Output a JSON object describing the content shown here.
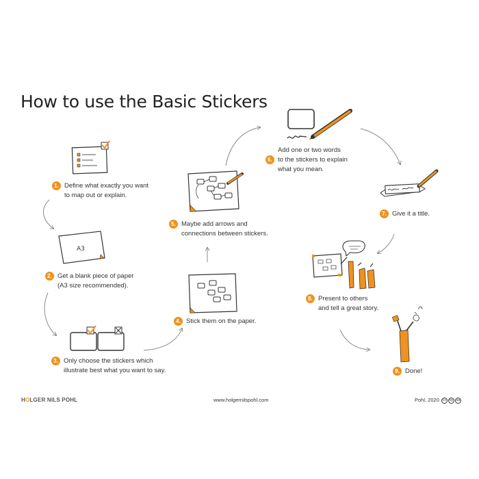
{
  "title": "How to use the Basic Stickers",
  "steps": [
    {
      "number": "1.",
      "lines": [
        "Define what exactly you want",
        "to map out or explain."
      ]
    },
    {
      "number": "2.",
      "lines": [
        "Get a blank piece of paper",
        "(A3 size recommended)."
      ]
    },
    {
      "number": "3.",
      "lines": [
        "Only choose the stickers which",
        "illustrate best what you want to say."
      ]
    },
    {
      "number": "4.",
      "lines": [
        "Stick them on the paper."
      ]
    },
    {
      "number": "5.",
      "lines": [
        "Maybe add arrows and",
        "connections between stickers."
      ]
    },
    {
      "number": "6.",
      "lines": [
        "Add one or two words",
        "to the stickers to explain",
        "what you mean."
      ]
    },
    {
      "number": "7.",
      "lines": [
        "Give it a title."
      ]
    },
    {
      "number": "8.",
      "lines": [
        "Present to others",
        "and tell a great story."
      ]
    },
    {
      "number": "9.",
      "lines": [
        "Done!"
      ]
    }
  ],
  "paper_label": "A3",
  "footer": {
    "logo_prefix": "H",
    "logo_o": "O",
    "logo_rest": "LGER NILS POHL",
    "url": "www.holgernilspohl.com",
    "copyright": "Pohl, 2020",
    "license_icons": [
      "cc",
      "by",
      "sa"
    ]
  },
  "colors": {
    "accent": "#f0921e",
    "ink": "#2b2b2b",
    "arrow": "#888888"
  }
}
